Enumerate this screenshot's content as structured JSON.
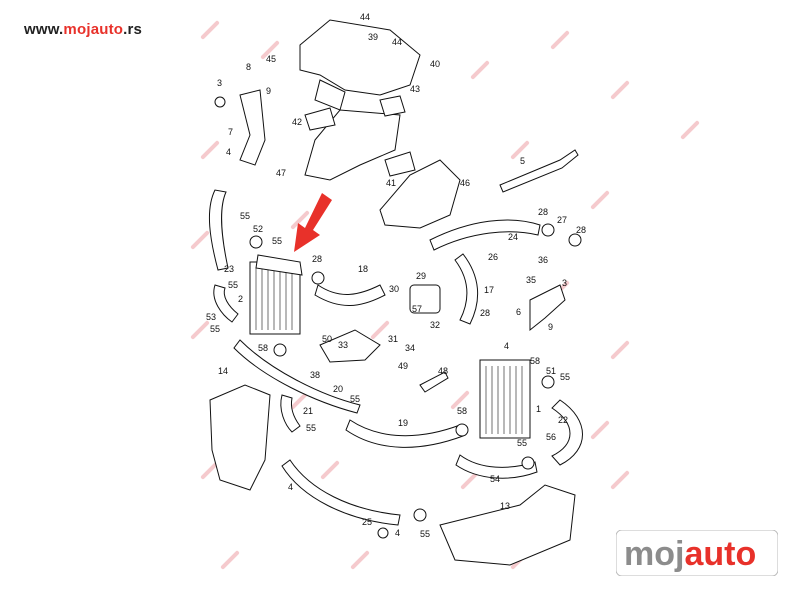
{
  "header": {
    "url_prefix": "www.",
    "url_brand": "mojauto",
    "url_suffix": ".rs"
  },
  "logo": {
    "text_left": "moj",
    "text_right": "auto",
    "color_left": "#8c8c8c",
    "color_right": "#e8312a"
  },
  "colors": {
    "arrow": "#e8312a",
    "line": "#111111",
    "watermark": "#ed9ea4"
  },
  "diagram": {
    "callouts": [
      "44",
      "39",
      "44",
      "40",
      "45",
      "8",
      "3",
      "9",
      "43",
      "42",
      "7",
      "4",
      "5",
      "47",
      "41",
      "46",
      "28",
      "27",
      "55",
      "52",
      "55",
      "28",
      "24",
      "28",
      "2",
      "23",
      "18",
      "26",
      "29",
      "36",
      "55",
      "30",
      "17",
      "35",
      "3",
      "53",
      "32",
      "6",
      "9",
      "55",
      "57",
      "28",
      "31",
      "34",
      "4",
      "58",
      "50",
      "33",
      "38",
      "58",
      "51",
      "14",
      "49",
      "48",
      "55",
      "20",
      "55",
      "1",
      "21",
      "55",
      "19",
      "58",
      "56",
      "22",
      "55",
      "4",
      "54",
      "25",
      "4",
      "13",
      "55"
    ]
  }
}
